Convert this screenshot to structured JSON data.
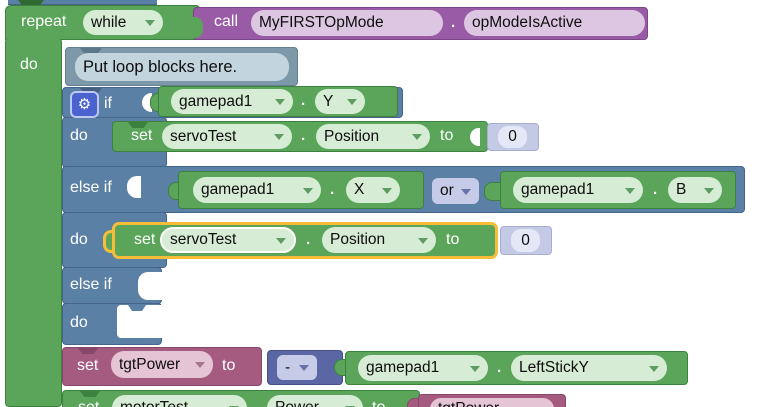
{
  "icons": {
    "gear": "⚙"
  },
  "colors": {
    "loop_green": "#5ba55b",
    "logic_blue": "#5b80a5",
    "procedure_purple": "#995ba5",
    "variable_pink": "#a55b80",
    "math_indigo": "#5b67a5",
    "comment_slate": "#7d98a8",
    "shadow_lavender": "#c4cae6",
    "selected_outline": "#f7bd39"
  },
  "blocks": {
    "repeat": {
      "label": "repeat",
      "mode": "while",
      "do_label": "do"
    },
    "call_opmode_is_active": {
      "label": "call",
      "object": "MyFIRSTOpMode",
      "separator": ".",
      "method": "opModeIsActive"
    },
    "comment": {
      "text": "Put loop blocks here."
    },
    "if_else": {
      "if_label": "if",
      "do1_label": "do",
      "else_if1_label": "else if",
      "do2_label": "do",
      "else_if2_label": "else if",
      "do3_label": "do"
    },
    "cond_gamepad_y": {
      "object": "gamepad1",
      "separator": ".",
      "property": "Y"
    },
    "set_servo_1": {
      "label": "set",
      "object": "servoTest",
      "separator": ".",
      "property": "Position",
      "to_label": "to",
      "value": "0"
    },
    "cond_gamepad_x": {
      "object": "gamepad1",
      "separator": ".",
      "property": "X"
    },
    "or_operator": {
      "label": "or"
    },
    "cond_gamepad_b": {
      "object": "gamepad1",
      "separator": ".",
      "property": "B"
    },
    "set_servo_2": {
      "label": "set",
      "object": "servoTest",
      "separator": ".",
      "property": "Position",
      "to_label": "to",
      "value": "0"
    },
    "set_tgt_power": {
      "label": "set",
      "variable": "tgtPower",
      "to_label": "to"
    },
    "negate": {
      "operator": "-"
    },
    "gamepad_left_stick": {
      "object": "gamepad1",
      "separator": ".",
      "property": "LeftStickY"
    },
    "set_motor_power": {
      "label": "set",
      "object": "motorTest",
      "separator": ".",
      "property": "Power",
      "to_label": "to",
      "variable": "tgtPower"
    }
  }
}
